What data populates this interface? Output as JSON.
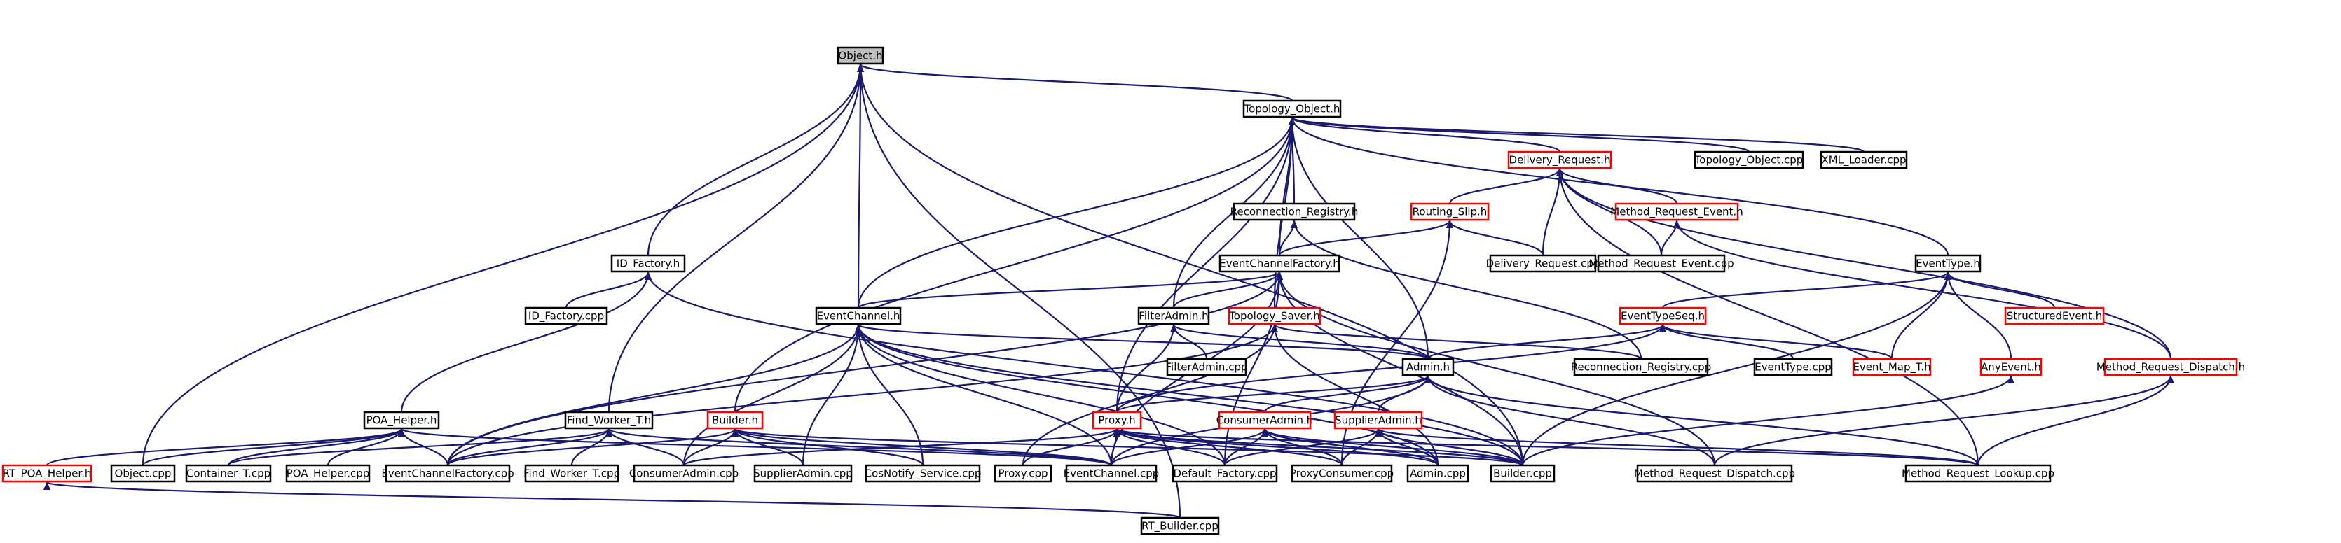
{
  "colors": {
    "edge": "#191970",
    "node_border_documented": "#000000",
    "node_border_undocumented": "#ff0000",
    "node_fill": "#ffffff",
    "node_fill_focus": "#bfbfbf"
  },
  "nodes": [
    {
      "id": "object_h",
      "label": "Object.h",
      "style": "focus"
    },
    {
      "id": "topology_object_h",
      "label": "Topology_Object.h",
      "style": "black"
    },
    {
      "id": "delivery_request_h",
      "label": "Delivery_Request.h",
      "style": "red"
    },
    {
      "id": "topology_object_cpp",
      "label": "Topology_Object.cpp",
      "style": "black"
    },
    {
      "id": "xml_loader_cpp",
      "label": "XML_Loader.cpp",
      "style": "black"
    },
    {
      "id": "reconnection_registry_h",
      "label": "Reconnection_Registry.h",
      "style": "black"
    },
    {
      "id": "routing_slip_h",
      "label": "Routing_Slip.h",
      "style": "red"
    },
    {
      "id": "method_request_event_h",
      "label": "Method_Request_Event.h",
      "style": "red"
    },
    {
      "id": "id_factory_h",
      "label": "ID_Factory.h",
      "style": "black"
    },
    {
      "id": "eventchannelfactory_h",
      "label": "EventChannelFactory.h",
      "style": "black"
    },
    {
      "id": "delivery_request_cpp",
      "label": "Delivery_Request.cpp",
      "style": "black"
    },
    {
      "id": "method_request_event_cpp",
      "label": "Method_Request_Event.cpp",
      "style": "black"
    },
    {
      "id": "eventtype_h",
      "label": "EventType.h",
      "style": "black"
    },
    {
      "id": "id_factory_cpp",
      "label": "ID_Factory.cpp",
      "style": "black"
    },
    {
      "id": "eventchannel_h",
      "label": "EventChannel.h",
      "style": "black"
    },
    {
      "id": "filteradmin_h",
      "label": "FilterAdmin.h",
      "style": "black"
    },
    {
      "id": "topology_saver_h",
      "label": "Topology_Saver.h",
      "style": "red"
    },
    {
      "id": "eventtypeseq_h",
      "label": "EventTypeSeq.h",
      "style": "red"
    },
    {
      "id": "structuredevent_h",
      "label": "StructuredEvent.h",
      "style": "red"
    },
    {
      "id": "filteradmin_cpp",
      "label": "FilterAdmin.cpp",
      "style": "black"
    },
    {
      "id": "admin_h",
      "label": "Admin.h",
      "style": "black"
    },
    {
      "id": "reconnection_registry_cpp",
      "label": "Reconnection_Registry.cpp",
      "style": "black"
    },
    {
      "id": "eventtype_cpp",
      "label": "EventType.cpp",
      "style": "black"
    },
    {
      "id": "event_map_t_h",
      "label": "Event_Map_T.h",
      "style": "red"
    },
    {
      "id": "anyevent_h",
      "label": "AnyEvent.h",
      "style": "red"
    },
    {
      "id": "method_request_dispatch_h",
      "label": "Method_Request_Dispatch.h",
      "style": "red"
    },
    {
      "id": "poa_helper_h",
      "label": "POA_Helper.h",
      "style": "black"
    },
    {
      "id": "find_worker_t_h",
      "label": "Find_Worker_T.h",
      "style": "black"
    },
    {
      "id": "builder_h",
      "label": "Builder.h",
      "style": "red"
    },
    {
      "id": "proxy_h",
      "label": "Proxy.h",
      "style": "red"
    },
    {
      "id": "consumeradmin_h",
      "label": "ConsumerAdmin.h",
      "style": "red"
    },
    {
      "id": "supplieradmin_h",
      "label": "SupplierAdmin.h",
      "style": "red"
    },
    {
      "id": "rt_poa_helper_h",
      "label": "RT_POA_Helper.h",
      "style": "red"
    },
    {
      "id": "object_cpp",
      "label": "Object.cpp",
      "style": "black"
    },
    {
      "id": "container_t_cpp",
      "label": "Container_T.cpp",
      "style": "black"
    },
    {
      "id": "poa_helper_cpp",
      "label": "POA_Helper.cpp",
      "style": "black"
    },
    {
      "id": "eventchannelfactory_cpp",
      "label": "EventChannelFactory.cpp",
      "style": "black"
    },
    {
      "id": "find_worker_t_cpp",
      "label": "Find_Worker_T.cpp",
      "style": "black"
    },
    {
      "id": "consumeradmin_cpp",
      "label": "ConsumerAdmin.cpp",
      "style": "black"
    },
    {
      "id": "supplieradmin_cpp",
      "label": "SupplierAdmin.cpp",
      "style": "black"
    },
    {
      "id": "cosnotify_service_cpp",
      "label": "CosNotify_Service.cpp",
      "style": "black"
    },
    {
      "id": "proxy_cpp",
      "label": "Proxy.cpp",
      "style": "black"
    },
    {
      "id": "eventchannel_cpp",
      "label": "EventChannel.cpp",
      "style": "black"
    },
    {
      "id": "default_factory_cpp",
      "label": "Default_Factory.cpp",
      "style": "black"
    },
    {
      "id": "proxyconsumer_cpp",
      "label": "ProxyConsumer.cpp",
      "style": "black"
    },
    {
      "id": "admin_cpp",
      "label": "Admin.cpp",
      "style": "black"
    },
    {
      "id": "builder_cpp",
      "label": "Builder.cpp",
      "style": "black"
    },
    {
      "id": "method_request_dispatch_cpp",
      "label": "Method_Request_Dispatch.cpp",
      "style": "black"
    },
    {
      "id": "method_request_lookup_cpp",
      "label": "Method_Request_Lookup.cpp",
      "style": "black"
    },
    {
      "id": "rt_builder_cpp",
      "label": "RT_Builder.cpp",
      "style": "black"
    }
  ],
  "edges": [
    [
      "topology_object_h",
      "object_h"
    ],
    [
      "id_factory_h",
      "object_h"
    ],
    [
      "eventchannel_h",
      "object_h"
    ],
    [
      "find_worker_t_h",
      "object_h"
    ],
    [
      "object_cpp",
      "object_h"
    ],
    [
      "builder_cpp",
      "object_h"
    ],
    [
      "rt_builder_cpp",
      "object_h"
    ],
    [
      "delivery_request_h",
      "topology_object_h"
    ],
    [
      "topology_object_cpp",
      "topology_object_h"
    ],
    [
      "xml_loader_cpp",
      "topology_object_h"
    ],
    [
      "reconnection_registry_h",
      "topology_object_h"
    ],
    [
      "eventchannelfactory_h",
      "topology_object_h"
    ],
    [
      "eventchannel_h",
      "topology_object_h"
    ],
    [
      "filteradmin_h",
      "topology_object_h"
    ],
    [
      "topology_saver_h",
      "topology_object_h"
    ],
    [
      "eventtype_h",
      "topology_object_h"
    ],
    [
      "admin_h",
      "topology_object_h"
    ],
    [
      "builder_h",
      "topology_object_h"
    ],
    [
      "proxy_h",
      "topology_object_h"
    ],
    [
      "routing_slip_h",
      "delivery_request_h"
    ],
    [
      "method_request_event_h",
      "delivery_request_h"
    ],
    [
      "delivery_request_cpp",
      "delivery_request_h"
    ],
    [
      "method_request_event_cpp",
      "delivery_request_h"
    ],
    [
      "method_request_dispatch_h",
      "delivery_request_h"
    ],
    [
      "method_request_lookup_cpp",
      "delivery_request_h"
    ],
    [
      "eventchannelfactory_h",
      "reconnection_registry_h"
    ],
    [
      "reconnection_registry_cpp",
      "reconnection_registry_h"
    ],
    [
      "eventchannelfactory_h",
      "routing_slip_h"
    ],
    [
      "delivery_request_cpp",
      "routing_slip_h"
    ],
    [
      "proxyconsumer_cpp",
      "routing_slip_h"
    ],
    [
      "method_request_event_cpp",
      "method_request_event_h"
    ],
    [
      "method_request_dispatch_h",
      "method_request_event_h"
    ],
    [
      "id_factory_cpp",
      "id_factory_h"
    ],
    [
      "poa_helper_h",
      "id_factory_h"
    ],
    [
      "builder_cpp",
      "id_factory_h"
    ],
    [
      "eventchannel_h",
      "eventchannelfactory_h"
    ],
    [
      "filteradmin_h",
      "eventchannelfactory_h"
    ],
    [
      "eventchannelfactory_cpp",
      "eventchannelfactory_h"
    ],
    [
      "eventchannel_cpp",
      "eventchannelfactory_h"
    ],
    [
      "default_factory_cpp",
      "eventchannelfactory_h"
    ],
    [
      "builder_cpp",
      "eventchannelfactory_h"
    ],
    [
      "method_request_dispatch_cpp",
      "eventchannelfactory_h"
    ],
    [
      "eventtypeseq_h",
      "eventtype_h"
    ],
    [
      "structuredevent_h",
      "eventtype_h"
    ],
    [
      "event_map_t_h",
      "eventtype_h"
    ],
    [
      "anyevent_h",
      "eventtype_h"
    ],
    [
      "builder_cpp",
      "eventtype_h"
    ],
    [
      "admin_h",
      "eventchannel_h"
    ],
    [
      "eventchannelfactory_cpp",
      "eventchannel_h"
    ],
    [
      "consumeradmin_cpp",
      "eventchannel_h"
    ],
    [
      "supplieradmin_cpp",
      "eventchannel_h"
    ],
    [
      "cosnotify_service_cpp",
      "eventchannel_h"
    ],
    [
      "eventchannel_cpp",
      "eventchannel_h"
    ],
    [
      "default_factory_cpp",
      "eventchannel_h"
    ],
    [
      "admin_cpp",
      "eventchannel_h"
    ],
    [
      "builder_cpp",
      "eventchannel_h"
    ],
    [
      "filteradmin_cpp",
      "filteradmin_h"
    ],
    [
      "proxy_h",
      "filteradmin_h"
    ],
    [
      "admin_h",
      "filteradmin_h"
    ],
    [
      "reconnection_registry_cpp",
      "topology_saver_h"
    ],
    [
      "eventchannelfactory_cpp",
      "topology_saver_h"
    ],
    [
      "proxy_cpp",
      "topology_saver_h"
    ],
    [
      "admin_cpp",
      "topology_saver_h"
    ],
    [
      "admin_h",
      "eventtypeseq_h"
    ],
    [
      "eventtype_cpp",
      "eventtypeseq_h"
    ],
    [
      "event_map_t_h",
      "eventtypeseq_h"
    ],
    [
      "proxy_h",
      "eventtypeseq_h"
    ],
    [
      "consumeradmin_h",
      "admin_h"
    ],
    [
      "supplieradmin_h",
      "admin_h"
    ],
    [
      "eventchannel_cpp",
      "admin_h"
    ],
    [
      "method_request_dispatch_cpp",
      "admin_h"
    ],
    [
      "method_request_lookup_cpp",
      "admin_h"
    ],
    [
      "proxy_h",
      "admin_h"
    ],
    [
      "builder_cpp",
      "anyevent_h"
    ],
    [
      "method_request_dispatch_cpp",
      "method_request_dispatch_h"
    ],
    [
      "method_request_lookup_cpp",
      "method_request_dispatch_h"
    ],
    [
      "rt_poa_helper_h",
      "poa_helper_h"
    ],
    [
      "object_cpp",
      "poa_helper_h"
    ],
    [
      "container_t_cpp",
      "poa_helper_h"
    ],
    [
      "poa_helper_cpp",
      "poa_helper_h"
    ],
    [
      "eventchannelfactory_cpp",
      "poa_helper_h"
    ],
    [
      "eventchannel_cpp",
      "poa_helper_h"
    ],
    [
      "container_t_cpp",
      "find_worker_t_h"
    ],
    [
      "find_worker_t_cpp",
      "find_worker_t_h"
    ],
    [
      "eventchannelfactory_cpp",
      "find_worker_t_h"
    ],
    [
      "eventchannel_cpp",
      "find_worker_t_h"
    ],
    [
      "consumeradmin_cpp",
      "find_worker_t_h"
    ],
    [
      "eventchannelfactory_cpp",
      "builder_h"
    ],
    [
      "consumeradmin_cpp",
      "builder_h"
    ],
    [
      "supplieradmin_cpp",
      "builder_h"
    ],
    [
      "cosnotify_service_cpp",
      "builder_h"
    ],
    [
      "eventchannel_cpp",
      "builder_h"
    ],
    [
      "builder_cpp",
      "builder_h"
    ],
    [
      "proxy_cpp",
      "proxy_h"
    ],
    [
      "eventchannel_cpp",
      "proxy_h"
    ],
    [
      "default_factory_cpp",
      "proxy_h"
    ],
    [
      "proxyconsumer_cpp",
      "proxy_h"
    ],
    [
      "admin_cpp",
      "proxy_h"
    ],
    [
      "builder_cpp",
      "proxy_h"
    ],
    [
      "consumeradmin_cpp",
      "proxy_h"
    ],
    [
      "method_request_lookup_cpp",
      "proxy_h"
    ],
    [
      "default_factory_cpp",
      "consumeradmin_h"
    ],
    [
      "proxyconsumer_cpp",
      "consumeradmin_h"
    ],
    [
      "admin_cpp",
      "consumeradmin_h"
    ],
    [
      "builder_cpp",
      "consumeradmin_h"
    ],
    [
      "eventchannel_cpp",
      "consumeradmin_h"
    ],
    [
      "proxyconsumer_cpp",
      "supplieradmin_h"
    ],
    [
      "admin_cpp",
      "supplieradmin_h"
    ],
    [
      "builder_cpp",
      "supplieradmin_h"
    ],
    [
      "method_request_lookup_cpp",
      "supplieradmin_h"
    ],
    [
      "default_factory_cpp",
      "supplieradmin_h"
    ],
    [
      "rt_builder_cpp",
      "rt_poa_helper_h"
    ]
  ]
}
